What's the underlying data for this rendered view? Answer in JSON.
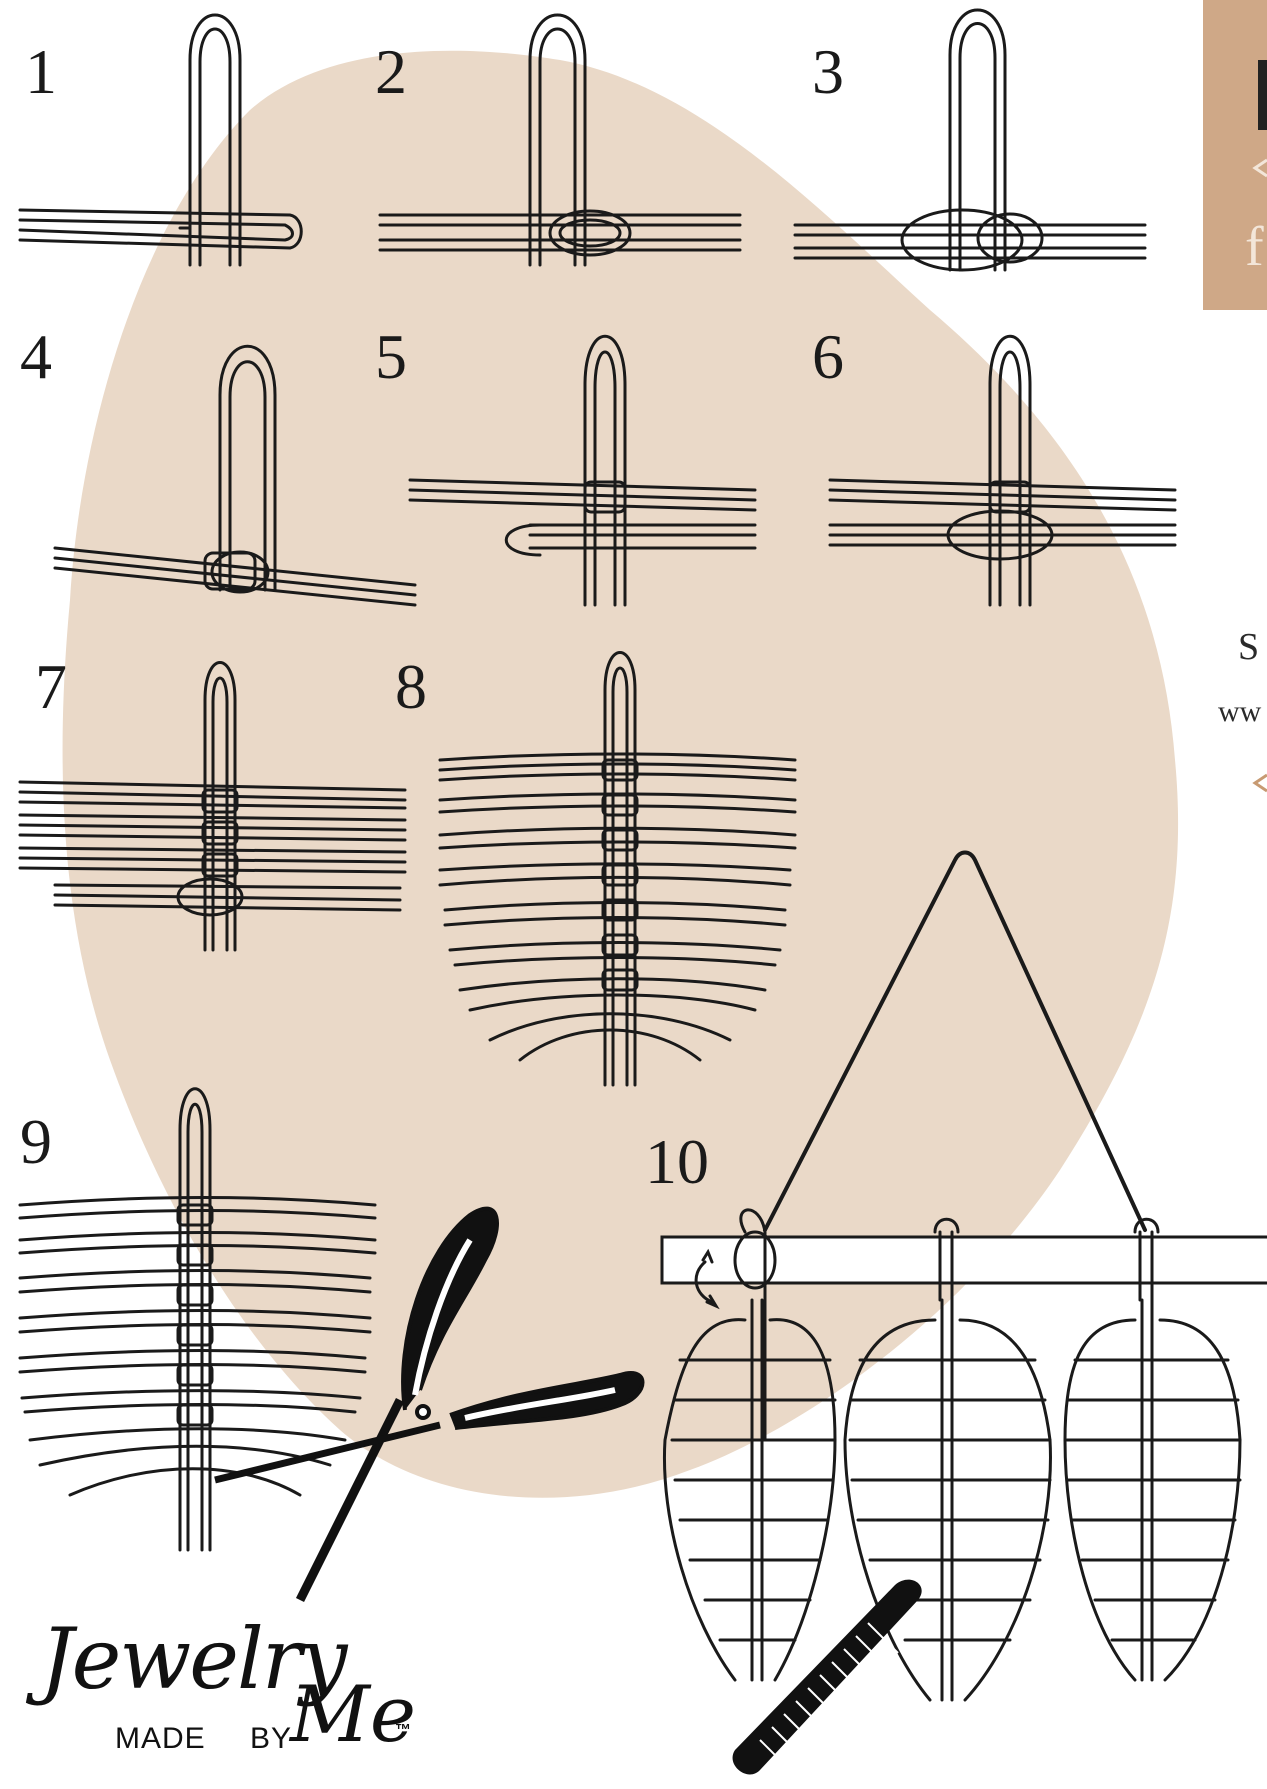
{
  "colors": {
    "blob": "#ead9c8",
    "side_panel": "#cfa887",
    "side_accent": "#c79a72",
    "line": "#1a1a1a"
  },
  "steps": [
    {
      "number": "1"
    },
    {
      "number": "2"
    },
    {
      "number": "3"
    },
    {
      "number": "4"
    },
    {
      "number": "5"
    },
    {
      "number": "6"
    },
    {
      "number": "7"
    },
    {
      "number": "8"
    },
    {
      "number": "9"
    },
    {
      "number": "10"
    }
  ],
  "side_panel": {
    "fragment_top": "f",
    "fragment_s": "S",
    "fragment_w": "ww"
  },
  "brand": {
    "script": "Jewelry",
    "made": "MADE",
    "by": "BY",
    "me": "Me",
    "tm": "™"
  },
  "icons": [
    "scissors-icon",
    "comb-icon",
    "twist-arrow-icon"
  ]
}
